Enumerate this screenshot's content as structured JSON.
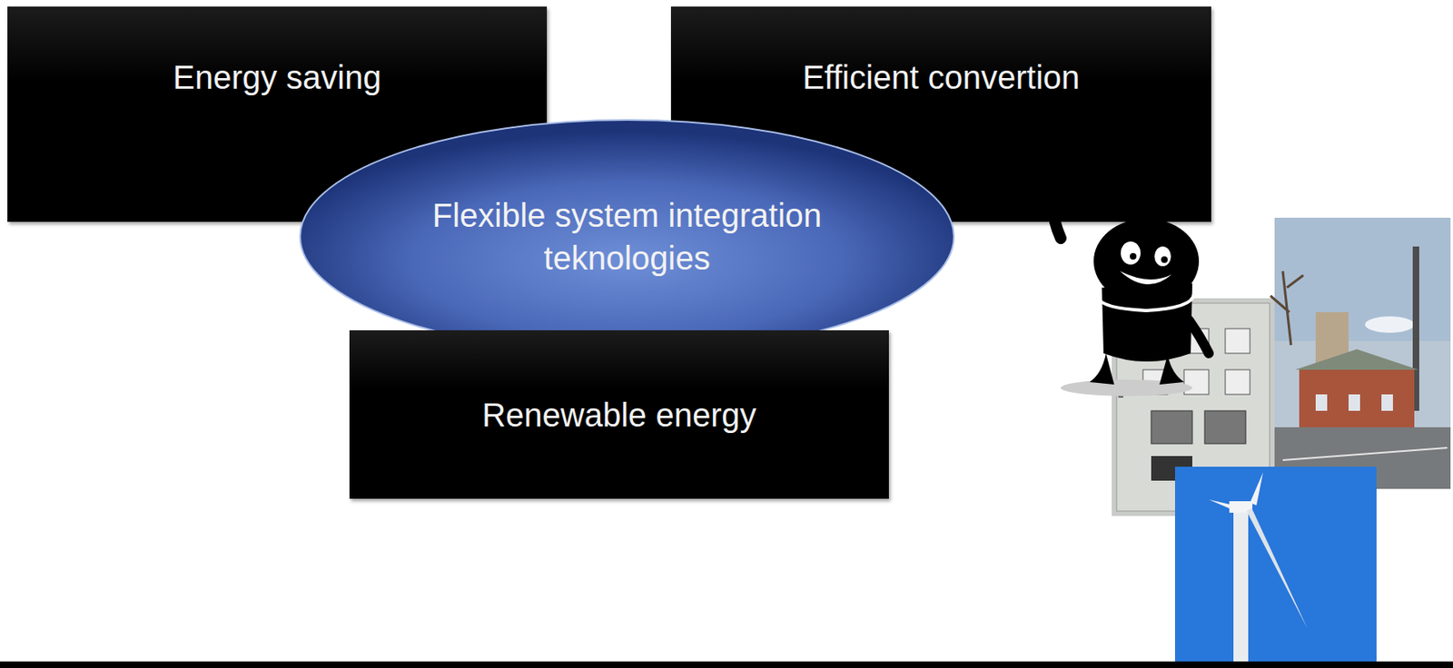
{
  "diagram": {
    "nodes": [
      {
        "text": [
          "Energy saving"
        ]
      },
      {
        "text": [
          "Efficient convertion"
        ]
      },
      {
        "text": [
          "Flexible system integration teknologies"
        ]
      },
      {
        "text": [
          "Renewable energy"
        ]
      }
    ]
  }
}
